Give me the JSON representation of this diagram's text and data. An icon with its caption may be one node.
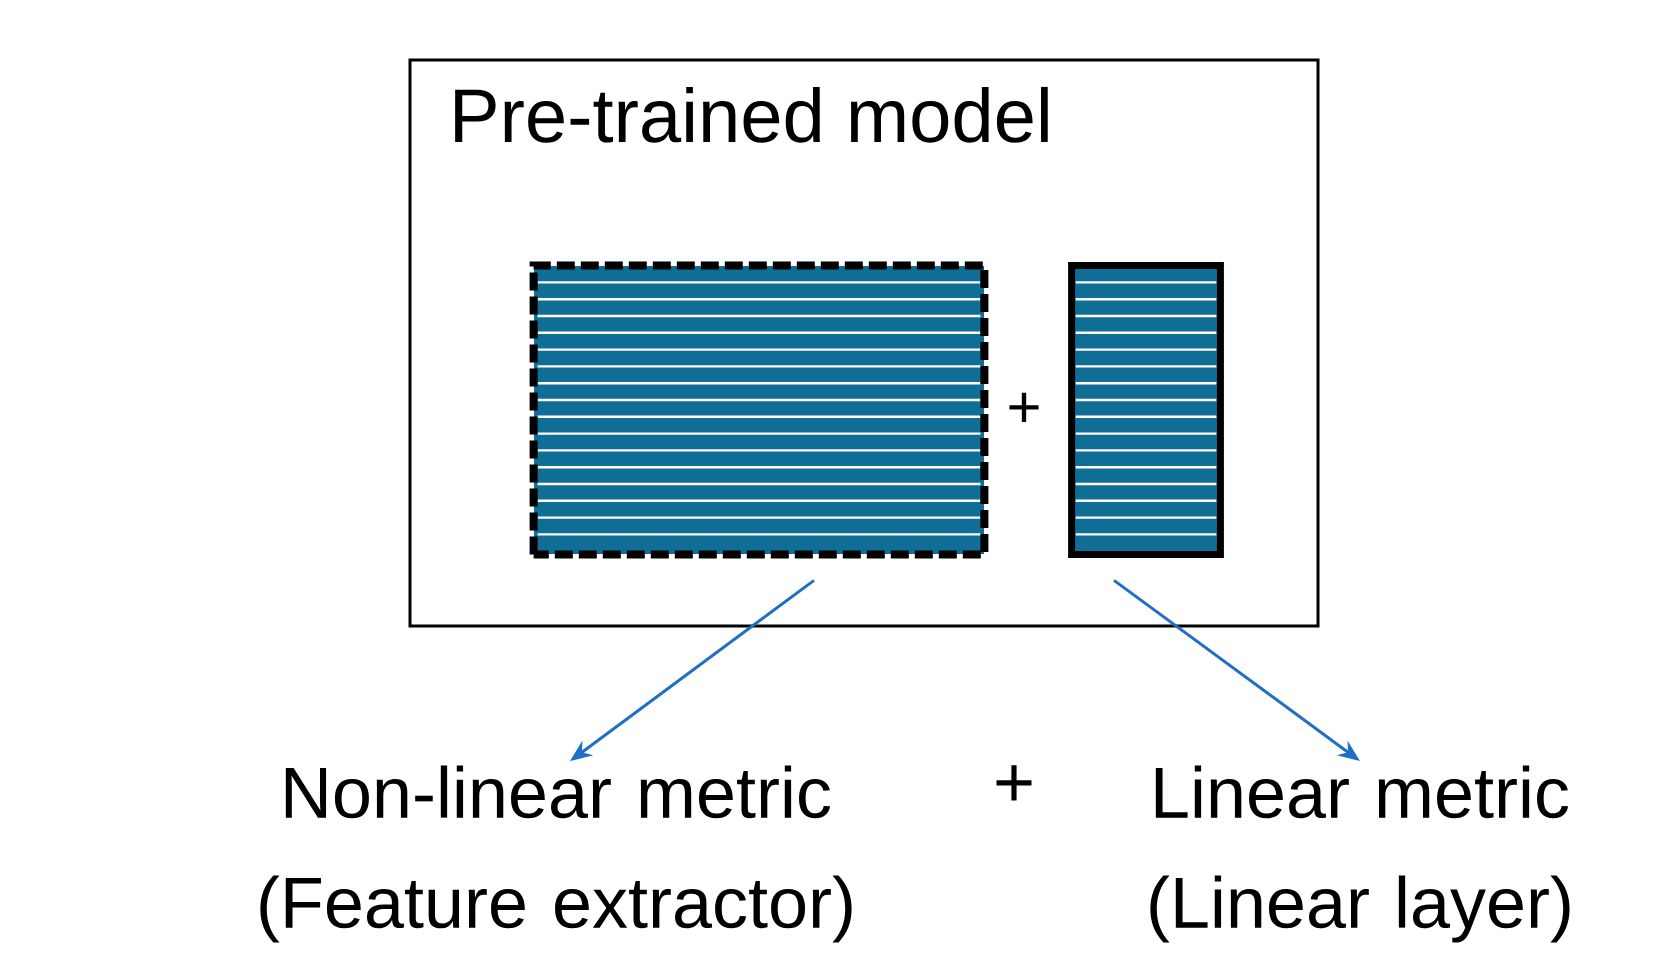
{
  "diagram": {
    "nodes": [
      {
        "text": [
          "Pre-trained model"
        ]
      },
      {
        "text": [],
        "shape": "box",
        "in": 0
      },
      {
        "text": [],
        "shape": "box",
        "in": 0
      },
      {
        "text": [
          "Non-linear metric (Feature extractor)"
        ]
      },
      {
        "text": [
          "Linear metric (Linear layer)"
        ]
      }
    ],
    "edges": [
      {
        "from": 1,
        "to": 3,
        "arrow": "to"
      },
      {
        "from": 2,
        "to": 4,
        "arrow": "to"
      }
    ],
    "labels": [
      "+",
      "+"
    ]
  }
}
